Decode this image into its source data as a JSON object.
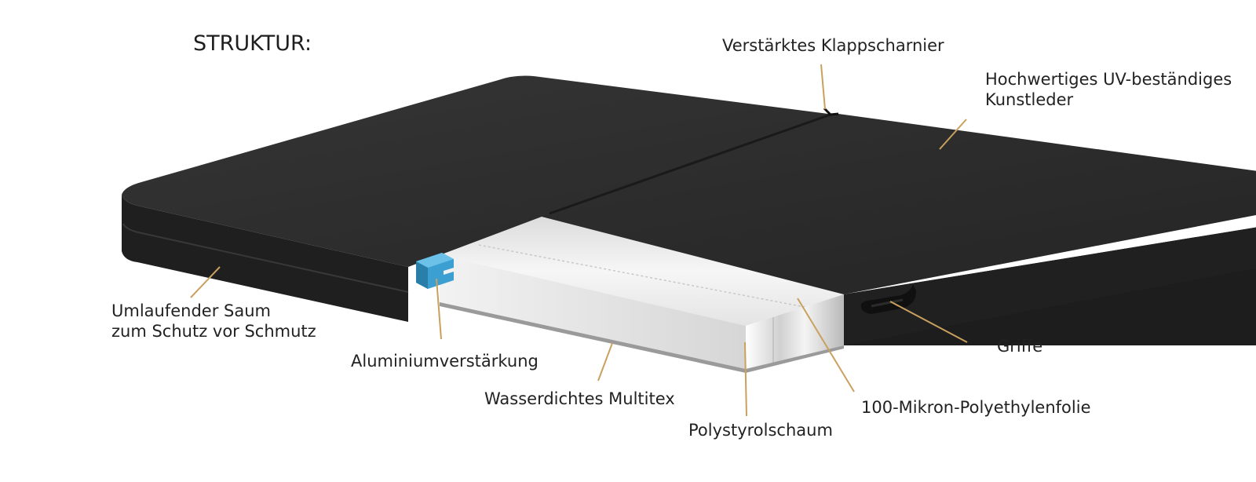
{
  "title": "STRUKTUR:",
  "colors": {
    "cover": "#2a2a2a",
    "cover_side": "#1f1f1f",
    "foam": "#ececec",
    "aluminium": "#3b9fd1",
    "leader": "#c9a05e",
    "text": "#222222"
  },
  "labels": {
    "hinge": "Verstärktes Klappscharnier",
    "leather_line1": "Hochwertiges UV-beständiges",
    "leather_line2": "Kunstleder",
    "hem_line1": "Umlaufender Saum",
    "hem_line2": "zum Schutz vor Schmutz",
    "aluminium": "Aluminiumverstärkung",
    "multitex": "Wasserdichtes Multitex",
    "polystyrene": "Polystyrolschaum",
    "polyethylene": "100-Mikron-Polyethylenfolie",
    "handles": "Griffe"
  }
}
